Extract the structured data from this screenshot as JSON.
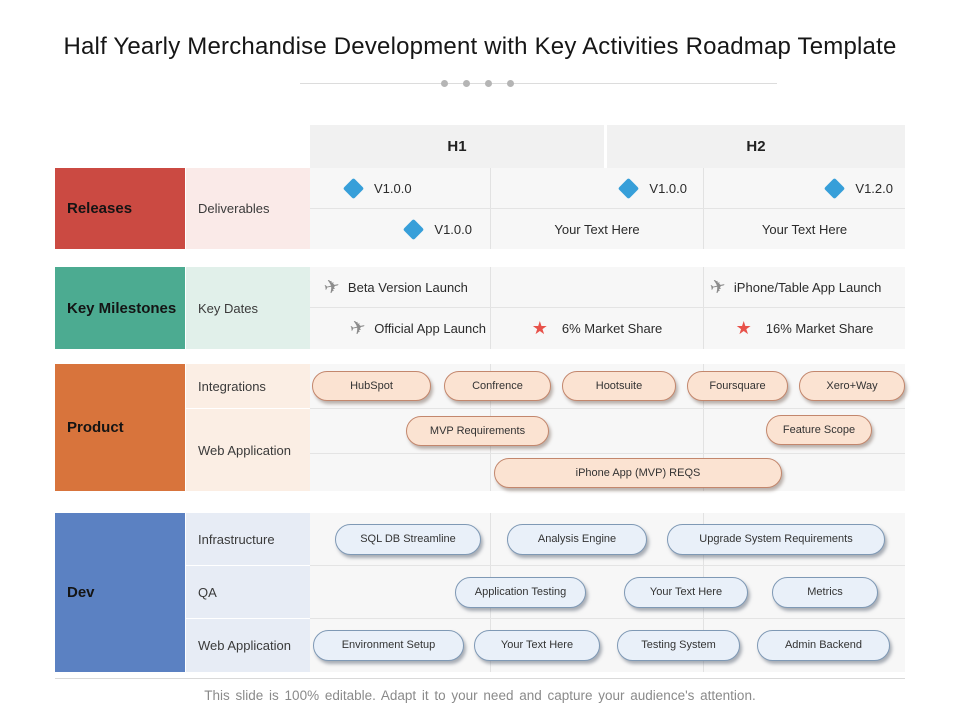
{
  "title": "Half Yearly Merchandise Development with Key Activities Roadmap Template",
  "header": {
    "h1": "H1",
    "h2": "H2"
  },
  "releases": {
    "label": "Releases",
    "sub_label": "Deliverables",
    "cells": {
      "r1c1": "V1.0.0",
      "r1c2": "V1.0.0",
      "r1c3": "V1.2.0",
      "r2c1": "V1.0.0",
      "r2c2": "Your Text Here",
      "r2c3": "Your Text Here"
    }
  },
  "milestones": {
    "label": "Key Milestones",
    "sub_label": "Key Dates",
    "cells": {
      "r1c1": "Beta Version Launch",
      "r1c3": "iPhone/Table App Launch",
      "r2c1": "Official App Launch",
      "r2c2": "6% Market Share",
      "r2c3": "16% Market Share"
    }
  },
  "product": {
    "label": "Product",
    "sub_labels": {
      "integrations": "Integrations",
      "web_application": "Web Application"
    },
    "pills": {
      "integrations": [
        "HubSpot",
        "Confrence",
        "Hootsuite",
        "Foursquare",
        "Xero+Way"
      ],
      "web_application_row1": [
        "MVP Requirements",
        "Feature Scope"
      ],
      "web_application_row2": [
        "iPhone App (MVP) REQS"
      ]
    }
  },
  "dev": {
    "label": "Dev",
    "sub_labels": {
      "infrastructure": "Infrastructure",
      "qa": "QA",
      "web_application": "Web Application"
    },
    "pills": {
      "infrastructure": [
        "SQL DB Streamline",
        "Analysis Engine",
        "Upgrade System Requirements"
      ],
      "qa": [
        "Application Testing",
        "Your Text Here",
        "Metrics"
      ],
      "web_application": [
        "Environment Setup",
        "Your Text Here",
        "Testing System",
        "Admin Backend"
      ]
    }
  },
  "footer": "This slide is 100% editable. Adapt it to your need and capture your audience's attention.",
  "icons": {
    "milestone_plane": "plane-icon",
    "market_share_star": "star-icon",
    "release_diamond": "diamond-icon"
  },
  "colors": {
    "releases_label": "#cb4a42",
    "milestones_label": "#4cab91",
    "product_label": "#d8743c",
    "dev_label": "#5b81c2",
    "diamond": "#379fd9",
    "star": "#e8524a",
    "plane": "#8c8c8c",
    "product_pill_fill": "#fbe3d2",
    "product_pill_border": "#c3876d",
    "dev_pill_fill": "#e9f0f9",
    "dev_pill_border": "#7f99b5",
    "header_bg": "#f1f1f1"
  }
}
